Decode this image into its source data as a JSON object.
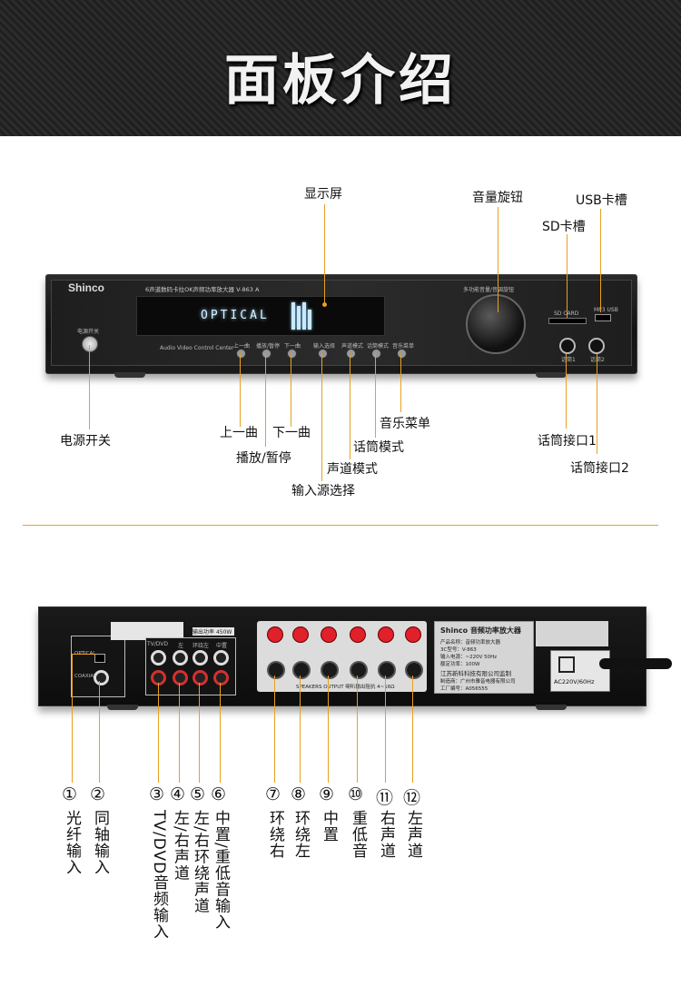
{
  "header": {
    "title": "面板介绍"
  },
  "front": {
    "brand": "Shinco",
    "model_line": "6声道数码卡拉OK声频功率放大器 V-863  A",
    "sub_label": "Audio Video Control Center",
    "lcd_text": "OPTICAL",
    "buttons": [
      "上一曲",
      "播放/暂停",
      "下一曲",
      "输入选择",
      "声道模式",
      "话筒模式",
      "音乐菜单"
    ],
    "power_small": "电源开关",
    "mic_small_1": "话筒1",
    "mic_small_2": "话筒2",
    "sd_small": "SD CARD",
    "usb_small": "MP3 USB",
    "knob_small": "多功能音量/音调旋钮"
  },
  "front_callouts": {
    "display": "显示屏",
    "volume": "音量旋钮",
    "usb": "USB卡槽",
    "sd": "SD卡槽",
    "power": "电源开关",
    "prev": "上一曲",
    "play": "播放/暂停",
    "next": "下一曲",
    "input": "输入源选择",
    "channel": "声道模式",
    "mic_mode": "话筒模式",
    "music_menu": "音乐菜单",
    "mic1": "话筒接口1",
    "mic2": "话筒接口2"
  },
  "back": {
    "power_label": "输出功率",
    "power_value": "450W",
    "col_tvdvd": "TV/DVD",
    "col_left": "左",
    "col_surround_left": "环绕左",
    "col_center": "中置",
    "optical": "OPTICAL",
    "coaxial": "COAXIAL",
    "speakers_output": "SPEAKERS OUTPUT  喇叭输出阻抗 4~16Ω",
    "plate_brand": "Shinco",
    "plate_title": "音频功率放大器",
    "plate_lines": [
      "产品名称：音频功率放大器",
      "3C型号：V-863",
      "输入电源：~220V  50Hz",
      "额定功率：100W"
    ],
    "plate_company": "江苏新科科技有限公司监制",
    "plate_maker": "制造商：广州市雅音电器有限公司",
    "plate_code": "工厂编号：A056555",
    "ac_label": "AC220V/60Hz"
  },
  "back_callouts": [
    {
      "num": "①",
      "label": "光纤输入"
    },
    {
      "num": "②",
      "label": "同轴输入"
    },
    {
      "num": "③",
      "label": "TV/DVD音频输入"
    },
    {
      "num": "④",
      "label": "左/右声道"
    },
    {
      "num": "⑤",
      "label": "左/右环绕声道"
    },
    {
      "num": "⑥",
      "label": "中置/重低音输入"
    },
    {
      "num": "⑦",
      "label": "环绕右"
    },
    {
      "num": "⑧",
      "label": "环绕左"
    },
    {
      "num": "⑨",
      "label": "中置"
    },
    {
      "num": "⑩",
      "label": "重低音"
    },
    {
      "num": "⑪",
      "label": "右声道"
    },
    {
      "num": "⑫",
      "label": "左声道"
    }
  ],
  "colors": {
    "accent": "#e8a020",
    "header_bg": "#262626",
    "title": "#f2f2f2"
  }
}
